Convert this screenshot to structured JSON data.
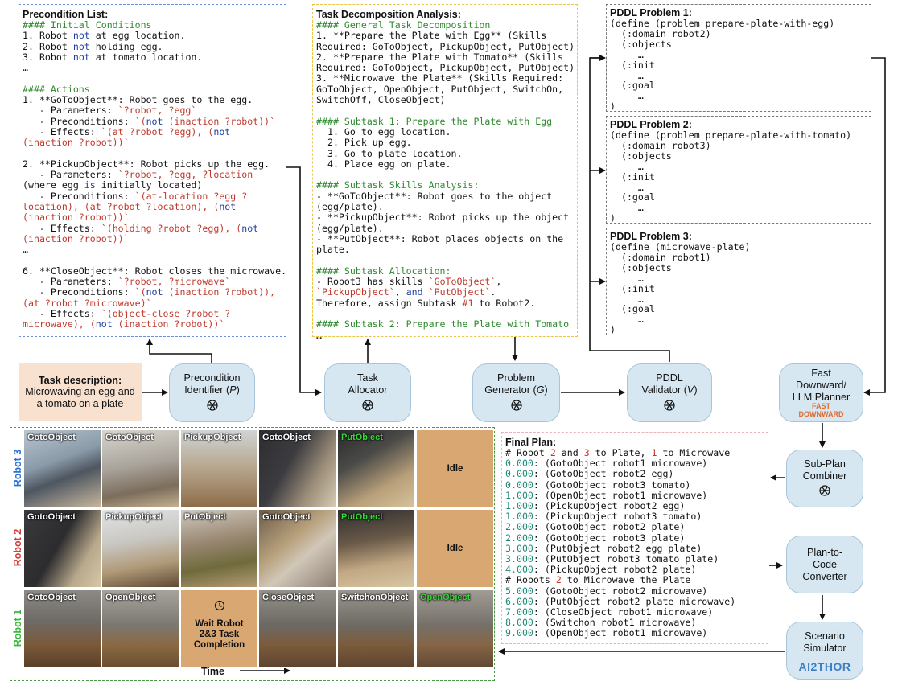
{
  "precondition_panel": {
    "title": "Precondition List:",
    "lines": [
      [
        {
          "t": "#### Initial Conditions",
          "c": "green"
        }
      ],
      [
        {
          "t": "1. "
        },
        {
          "t": "Robot "
        },
        {
          "t": "not",
          "c": "blue"
        },
        {
          "t": " at egg location."
        }
      ],
      [
        {
          "t": "2. "
        },
        {
          "t": "Robot "
        },
        {
          "t": "not",
          "c": "blue"
        },
        {
          "t": " holding egg."
        }
      ],
      [
        {
          "t": "3. "
        },
        {
          "t": "Robot "
        },
        {
          "t": "not",
          "c": "blue"
        },
        {
          "t": " at tomato location."
        }
      ],
      [
        {
          "t": "…"
        }
      ],
      [
        {
          "t": ""
        }
      ],
      [
        {
          "t": "#### Actions",
          "c": "green"
        }
      ],
      [
        {
          "t": "1. **GoToObject**: Robot goes to the egg."
        }
      ],
      [
        {
          "t": "   - Parameters: "
        },
        {
          "t": "`?robot, ?egg`",
          "c": "red"
        }
      ],
      [
        {
          "t": "   - Preconditions: "
        },
        {
          "t": "`(",
          "c": "red"
        },
        {
          "t": "not",
          "c": "blue"
        },
        {
          "t": " (inaction ?robot))`",
          "c": "red"
        }
      ],
      [
        {
          "t": "   - Effects: "
        },
        {
          "t": "`(at ?robot ?egg), (",
          "c": "red"
        },
        {
          "t": "not",
          "c": "blue"
        }
      ],
      [
        {
          "t": "(inaction ?robot))`",
          "c": "red"
        }
      ],
      [
        {
          "t": ""
        }
      ],
      [
        {
          "t": "2. **PickupObject**: Robot picks up the egg."
        }
      ],
      [
        {
          "t": "   - Parameters: "
        },
        {
          "t": "`?robot, ?egg, ?location",
          "c": "red"
        }
      ],
      [
        {
          "t": "(where egg "
        },
        {
          "t": "is",
          "c": "blue"
        },
        {
          "t": " initially located)"
        }
      ],
      [
        {
          "t": "   - Preconditions: "
        },
        {
          "t": "`(at-location ?egg ?",
          "c": "red"
        }
      ],
      [
        {
          "t": "location), (at ?robot ?location), (",
          "c": "red"
        },
        {
          "t": "not",
          "c": "blue"
        }
      ],
      [
        {
          "t": "(inaction ?robot))`",
          "c": "red"
        }
      ],
      [
        {
          "t": "   - Effects: "
        },
        {
          "t": "`(holding ?robot ?egg), (",
          "c": "red"
        },
        {
          "t": "not",
          "c": "blue"
        }
      ],
      [
        {
          "t": "(inaction ?robot))`",
          "c": "red"
        }
      ],
      [
        {
          "t": "…"
        }
      ],
      [
        {
          "t": ""
        }
      ],
      [
        {
          "t": "6. **CloseObject**: Robot closes the microwave."
        }
      ],
      [
        {
          "t": "   - Parameters: "
        },
        {
          "t": "`?robot, ?microwave`",
          "c": "red"
        }
      ],
      [
        {
          "t": "   - Preconditions: "
        },
        {
          "t": "`(",
          "c": "red"
        },
        {
          "t": "not",
          "c": "blue"
        },
        {
          "t": " (inaction ?robot)),",
          "c": "red"
        }
      ],
      [
        {
          "t": "(at ?robot ?microwave)`",
          "c": "red"
        }
      ],
      [
        {
          "t": "   - Effects: "
        },
        {
          "t": "`(object-close ?robot ?",
          "c": "red"
        }
      ],
      [
        {
          "t": "microwave), (",
          "c": "red"
        },
        {
          "t": "not",
          "c": "blue"
        },
        {
          "t": " (inaction ?robot))`",
          "c": "red"
        }
      ]
    ]
  },
  "task_decomp_panel": {
    "title": "Task Decomposition Analysis:",
    "lines": [
      [
        {
          "t": "#### General Task Decomposition",
          "c": "green"
        }
      ],
      [
        {
          "t": "1. **Prepare the Plate with Egg** (Skills"
        }
      ],
      [
        {
          "t": "Required: GoToObject, PickupObject, PutObject)"
        }
      ],
      [
        {
          "t": "2. **Prepare the Plate with Tomato** (Skills"
        }
      ],
      [
        {
          "t": "Required: GoToObject, PickupObject, PutObject)"
        }
      ],
      [
        {
          "t": "3. **Microwave the Plate** (Skills Required:"
        }
      ],
      [
        {
          "t": "GoToObject, OpenObject, PutObject, SwitchOn,"
        }
      ],
      [
        {
          "t": "SwitchOff, CloseObject)"
        }
      ],
      [
        {
          "t": ""
        }
      ],
      [
        {
          "t": "#### Subtask 1: Prepare the Plate with Egg",
          "c": "green"
        }
      ],
      [
        {
          "t": "  1. Go to egg location."
        }
      ],
      [
        {
          "t": "  2. Pick up egg."
        }
      ],
      [
        {
          "t": "  3. Go to plate location."
        }
      ],
      [
        {
          "t": "  4. Place egg on plate."
        }
      ],
      [
        {
          "t": ""
        }
      ],
      [
        {
          "t": "#### Subtask Skills Analysis:",
          "c": "green"
        }
      ],
      [
        {
          "t": "- **GoToObject**: Robot goes to the object"
        }
      ],
      [
        {
          "t": "(egg/plate)."
        }
      ],
      [
        {
          "t": "- **PickupObject**: Robot picks up the object"
        }
      ],
      [
        {
          "t": "(egg/plate)."
        }
      ],
      [
        {
          "t": "- **PutObject**: Robot places objects on the"
        }
      ],
      [
        {
          "t": "plate."
        }
      ],
      [
        {
          "t": ""
        }
      ],
      [
        {
          "t": "#### Subtask Allocation:",
          "c": "green"
        }
      ],
      [
        {
          "t": "- Robot3 has skills "
        },
        {
          "t": "`GoToObject`",
          "c": "red"
        },
        {
          "t": ","
        }
      ],
      [
        {
          "t": "`PickupObject`",
          "c": "red"
        },
        {
          "t": ", "
        },
        {
          "t": "and",
          "c": "blue"
        },
        {
          "t": " "
        },
        {
          "t": "`PutObject`",
          "c": "red"
        },
        {
          "t": "."
        }
      ],
      [
        {
          "t": "Therefore, assign Subtask "
        },
        {
          "t": "#1",
          "c": "red"
        },
        {
          "t": " to Robot2."
        }
      ],
      [
        {
          "t": ""
        }
      ],
      [
        {
          "t": "#### Subtask 2: Prepare the Plate with Tomato",
          "c": "green"
        }
      ],
      [
        {
          "t": "…"
        }
      ]
    ]
  },
  "pddl_problems": [
    {
      "title": "PDDL Problem 1:",
      "lines": [
        "(define (problem prepare-plate-with-egg)",
        "  (:domain robot2)",
        "  (:objects",
        "     …",
        "  (:init",
        "     …",
        "  (:goal",
        "     …",
        ")"
      ]
    },
    {
      "title": "PDDL Problem 2:",
      "lines": [
        "(define (problem prepare-plate-with-tomato)",
        "  (:domain robot3)",
        "  (:objects",
        "     …",
        "  (:init",
        "     …",
        "  (:goal",
        "     …",
        ")"
      ]
    },
    {
      "title": "PDDL Problem 3:",
      "lines": [
        "(define (microwave-plate)",
        "  (:domain robot1)",
        "  (:objects",
        "     …",
        "  (:init",
        "     …",
        "  (:goal",
        "     …",
        ")"
      ]
    }
  ],
  "task_description": {
    "title": "Task description:",
    "text": "Microwaving an egg and\na tomato on a plate"
  },
  "nodes": {
    "precondition": "Precondition\nIdentifier (P)",
    "allocator": "Task\nAllocator",
    "generator": "Problem\nGenerator (G)",
    "validator": "PDDL\nValidator (V)",
    "planner": "Fast\nDownward/\nLLM Planner",
    "planner_logo": "FAST\nDOWNWARD",
    "combiner": "Sub-Plan\nCombiner",
    "converter": "Plan-to-\nCode\nConverter",
    "simulator": "Scenario\nSimulator",
    "simulator_logo": "AI2THOR"
  },
  "final_plan": {
    "title": "Final Plan:",
    "lines": [
      [
        {
          "t": "# Robot "
        },
        {
          "t": "2",
          "c": "red"
        },
        {
          "t": " and "
        },
        {
          "t": "3",
          "c": "red"
        },
        {
          "t": " to Plate, "
        },
        {
          "t": "1",
          "c": "red"
        },
        {
          "t": " to Microwave"
        }
      ],
      [
        {
          "t": "0.000",
          "c": "teal"
        },
        {
          "t": ": (GotoObject robot1 microwave)"
        }
      ],
      [
        {
          "t": "0.000",
          "c": "teal"
        },
        {
          "t": ": (GotoObject robot2 egg)"
        }
      ],
      [
        {
          "t": "0.000",
          "c": "teal"
        },
        {
          "t": ": (GotoObject robot3 tomato)"
        }
      ],
      [
        {
          "t": "1.000",
          "c": "teal"
        },
        {
          "t": ": (OpenObject robot1 microwave)"
        }
      ],
      [
        {
          "t": "1.000",
          "c": "teal"
        },
        {
          "t": ": (PickupObject robot2 egg)"
        }
      ],
      [
        {
          "t": "1.000",
          "c": "teal"
        },
        {
          "t": ": (PickupObject robot3 tomato)"
        }
      ],
      [
        {
          "t": "2.000",
          "c": "teal"
        },
        {
          "t": ": (GotoObject robot2 plate)"
        }
      ],
      [
        {
          "t": "2.000",
          "c": "teal"
        },
        {
          "t": ": (GotoObject robot3 plate)"
        }
      ],
      [
        {
          "t": "3.000",
          "c": "teal"
        },
        {
          "t": ": (PutObject robot2 egg plate)"
        }
      ],
      [
        {
          "t": "3.000",
          "c": "teal"
        },
        {
          "t": ": (PutObject robot3 tomato plate)"
        }
      ],
      [
        {
          "t": "4.000",
          "c": "teal"
        },
        {
          "t": ": (PickupObject robot2 plate)"
        }
      ],
      [
        {
          "t": "# Robots "
        },
        {
          "t": "2",
          "c": "red"
        },
        {
          "t": " to Microwave the Plate"
        }
      ],
      [
        {
          "t": "5.000",
          "c": "teal"
        },
        {
          "t": ": (GotoObject robot2 microwave)"
        }
      ],
      [
        {
          "t": "6.000",
          "c": "teal"
        },
        {
          "t": ": (PutObject robot2 plate microwave)"
        }
      ],
      [
        {
          "t": "7.000",
          "c": "teal"
        },
        {
          "t": ": (CloseObject robot1 microwave)"
        }
      ],
      [
        {
          "t": "8.000",
          "c": "teal"
        },
        {
          "t": ": (Switchon robot1 microwave)"
        }
      ],
      [
        {
          "t": "9.000",
          "c": "teal"
        },
        {
          "t": ": (OpenObject robot1 microwave)"
        }
      ]
    ]
  },
  "grid": {
    "rows": [
      {
        "label": "Robot 3",
        "color": "#2b6fd1",
        "cells": [
          {
            "label": "GotoObject",
            "scene": "kitchen1"
          },
          {
            "label": "GotoObject",
            "scene": "sink"
          },
          {
            "label": "PickupObject",
            "scene": "counter"
          },
          {
            "label": "GotoObject",
            "scene": "fridge"
          },
          {
            "label": "PutObject",
            "green": true,
            "scene": "plate"
          },
          {
            "label": "Idle",
            "idle": true
          }
        ]
      },
      {
        "label": "Robot 2",
        "color": "#d23a3a",
        "cells": [
          {
            "label": "GotoObject",
            "scene": "fridge2"
          },
          {
            "label": "PickupObject",
            "scene": "counter2"
          },
          {
            "label": "PutObject",
            "scene": "plate2"
          },
          {
            "label": "GotoObject",
            "scene": "arm"
          },
          {
            "label": "PutObject",
            "green": true,
            "scene": "plate3"
          },
          {
            "label": "Idle",
            "idle": true
          }
        ]
      },
      {
        "label": "Robot 1",
        "color": "#39b83a",
        "cells": [
          {
            "label": "GotoObject",
            "scene": "micro1"
          },
          {
            "label": "OpenObject",
            "scene": "micro2"
          },
          {
            "label": "Wait Robot\n2&3 Task\nCompletion",
            "wait": true
          },
          {
            "label": "CloseObject",
            "scene": "micro3"
          },
          {
            "label": "SwitchonObject",
            "scene": "micro4"
          },
          {
            "label": "OpenObject",
            "green": true,
            "scene": "micro5"
          }
        ]
      }
    ],
    "time_label": "Time"
  }
}
